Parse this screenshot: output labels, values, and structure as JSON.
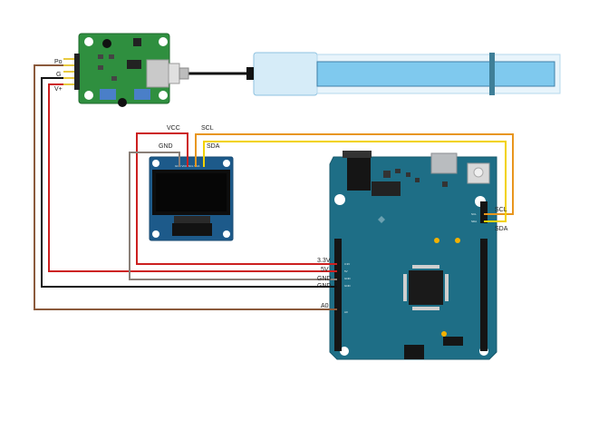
{
  "ph_module": {
    "pins": [
      "Po",
      "G",
      "V+"
    ]
  },
  "oled": {
    "pins": [
      "GND",
      "VCC",
      "SCL",
      "SDA"
    ],
    "pin_labels_text": "GND VCC SCL SDA"
  },
  "arduino": {
    "left_pins": [
      "3.3V",
      "5V",
      "GND",
      "GND",
      "A0"
    ],
    "right_pins": [
      "SCL",
      "SDA"
    ],
    "silk_left": [
      "3.3V",
      "5V",
      "GND",
      "GND",
      "A0"
    ],
    "silk_right": [
      "SCL",
      "SDA"
    ]
  },
  "colors": {
    "red_wire": "#cc1f1f",
    "brown_wire": "#8b5a3c",
    "black_wire": "#111111",
    "orange_wire": "#e8961e",
    "yellow_wire": "#f2d200",
    "gray_wire": "#8a7f78",
    "board_teal": "#1e6e86",
    "module_green": "#2f8f3f",
    "oled_blue": "#1d5a8a",
    "probe_blue": "#7fc9ee"
  }
}
